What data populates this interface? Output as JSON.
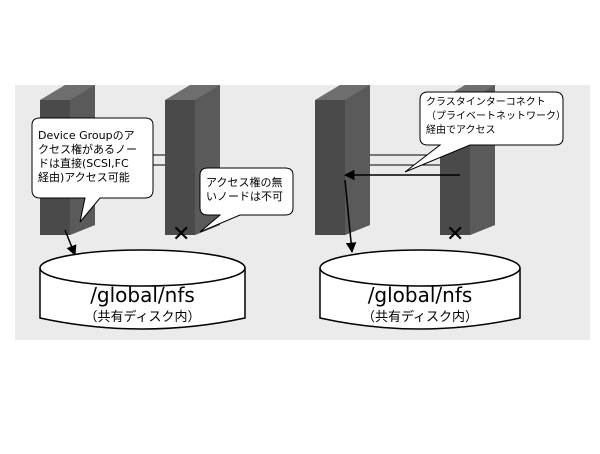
{
  "left_panel": {
    "bubble_access": "Device Groupのア\nクセス権があるノー\nドは直接(SCSI,FC\n経由)アクセス可能",
    "bubble_noaccess": "アクセス権の無\nいノードは不可",
    "disk_path": "/global/nfs",
    "disk_sub": "（共有ディスク内）",
    "x_mark": "✕"
  },
  "right_panel": {
    "bubble_interconnect": "クラスタインターコネクト\n（プライベートネットワーク）\n経由でアクセス",
    "disk_path": "/global/nfs",
    "disk_sub": "（共有ディスク内）",
    "x_mark": "✕"
  },
  "colors": {
    "server_front": "#4a4a4a",
    "server_top": "#6e6e6e",
    "panel_bg": "#ebebeb",
    "bubble_fill": "#ffffff"
  }
}
